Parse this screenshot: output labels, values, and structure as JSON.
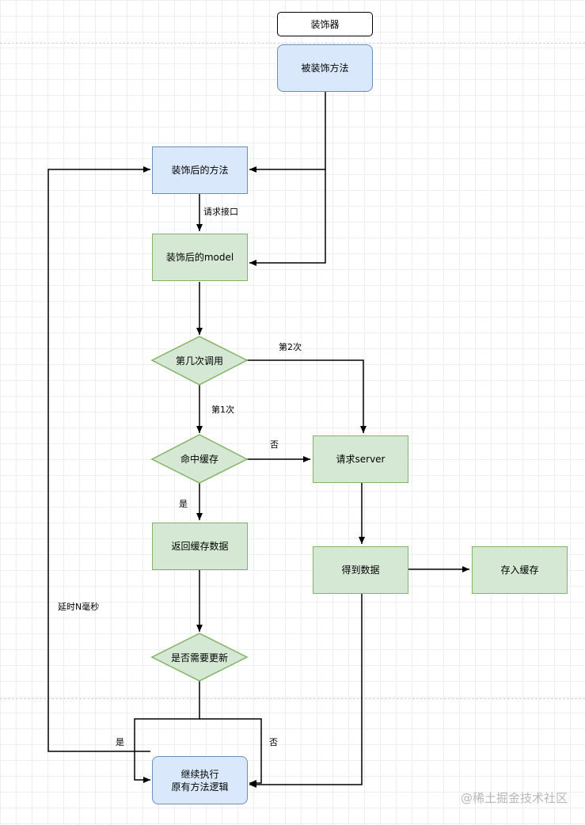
{
  "nodes": {
    "decorator": "装饰器",
    "decorated_method": "被装饰方法",
    "method_after": "装饰后的方法",
    "model_after": "装饰后的model",
    "which_call": "第几次调用",
    "cache_hit": "命中缓存",
    "request_server": "请求server",
    "return_cache": "返回缓存数据",
    "get_data": "得到数据",
    "save_cache": "存入缓存",
    "need_update": "是否需要更新",
    "continue_line1": "继续执行",
    "continue_line2": "原有方法逻辑"
  },
  "edge_labels": {
    "request_api": "请求接口",
    "second_call": "第2次",
    "first_call": "第1次",
    "no_hit": "否",
    "yes_hit": "是",
    "delay": "延时N毫秒",
    "yes_update": "是",
    "no_update": "否"
  },
  "watermark": "@稀土掘金技术社区",
  "colors": {
    "blue_fill": "#dae8fc",
    "blue_stroke": "#6c8ebf",
    "green_fill": "#d5e8d4",
    "green_stroke": "#82b366"
  }
}
